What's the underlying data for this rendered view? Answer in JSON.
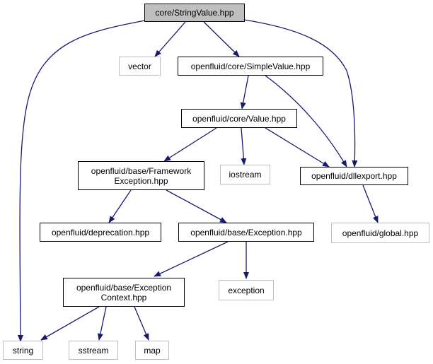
{
  "nodes": {
    "root": "core/StringValue.hpp",
    "vector": "vector",
    "simplevalue": "openfluid/core/SimpleValue.hpp",
    "value": "openfluid/core/Value.hpp",
    "fwexc_l1": "openfluid/base/Framework",
    "fwexc_l2": "Exception.hpp",
    "iostream": "iostream",
    "dllexport": "openfluid/dllexport.hpp",
    "deprecation": "openfluid/deprecation.hpp",
    "exception_hpp": "openfluid/base/Exception.hpp",
    "global": "openfluid/global.hpp",
    "exc_ctx_l1": "openfluid/base/Exception",
    "exc_ctx_l2": "Context.hpp",
    "exception": "exception",
    "string": "string",
    "sstream": "sstream",
    "map": "map"
  },
  "colors": {
    "edge": "#191970",
    "root_fill": "#bfbfbf",
    "external_border": "#bfbfbf",
    "internal_border": "#000000"
  }
}
